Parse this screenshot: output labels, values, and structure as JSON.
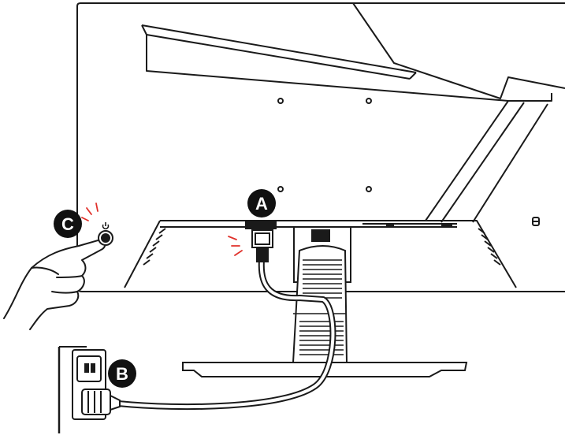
{
  "callouts": {
    "a": "A",
    "b": "B",
    "c": "C"
  },
  "colors": {
    "line": "#1a1a1a",
    "badge": "#111111",
    "badge_text": "#ffffff",
    "alert_marks": "#e0302a",
    "background": "#ffffff"
  },
  "icons": {
    "power_symbol": "power-icon",
    "lock_slot": "kensington-lock-icon"
  }
}
